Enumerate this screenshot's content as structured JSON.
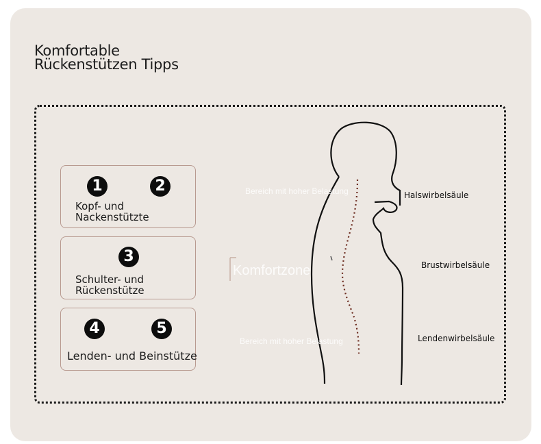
{
  "title": "Komfortable Rückenstützen Tipps",
  "boxes": [
    {
      "numbers": [
        "1",
        "2"
      ],
      "label": "Kopf- und Nackenstützte"
    },
    {
      "numbers": [
        "3"
      ],
      "label": "Schulter- und Rückenstütze"
    },
    {
      "numbers": [
        "4",
        "5"
      ],
      "label": "Lenden- und Beinstütze"
    }
  ],
  "zones": {
    "high_load_top": "Bereich mit hoher Belastung",
    "comfort": "Komfortzone",
    "high_load_bottom": "Bereich mit hoher Belastung"
  },
  "spine_labels": {
    "cervical": "Halswirbelsäule",
    "thoracic": "Brustwirbelsäule",
    "lumbar": "Lendenwirbelsäule"
  },
  "colors": {
    "background": "#ede8e3",
    "box_border": "#b89a90",
    "spine_dots": "#6b2a1e"
  }
}
